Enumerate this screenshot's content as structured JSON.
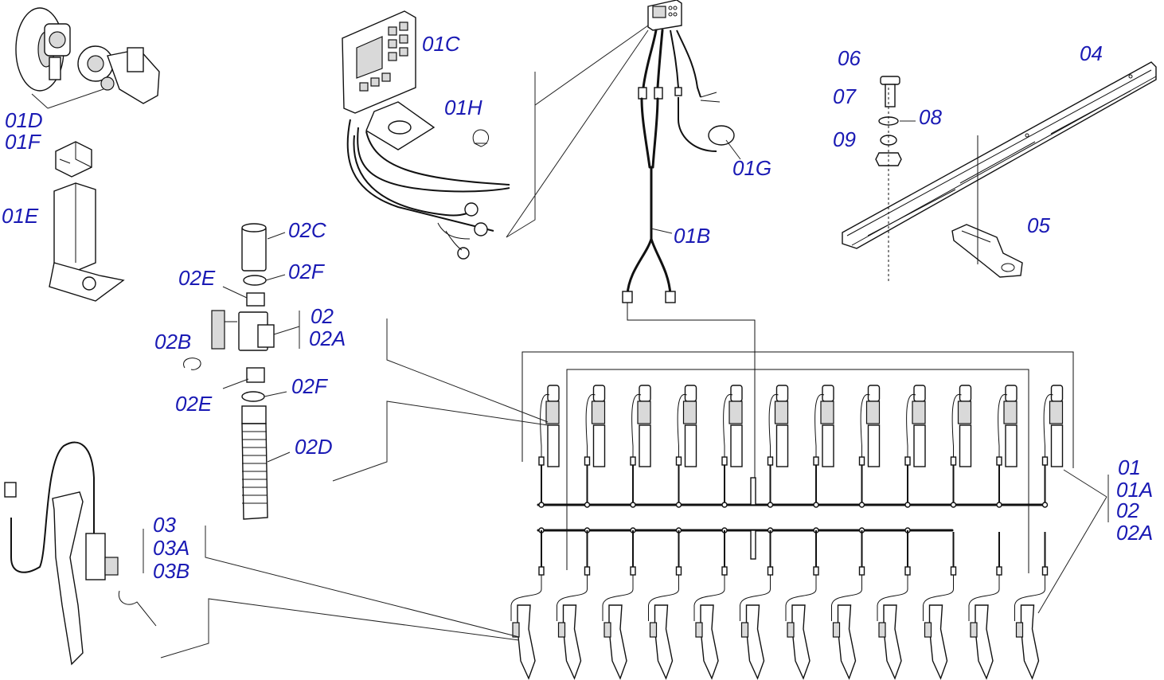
{
  "labels": {
    "l01D": "01D",
    "l01F": "01F",
    "l01E": "01E",
    "l01C": "01C",
    "l01H": "01H",
    "l01B": "01B",
    "l01G": "01G",
    "l06": "06",
    "l07": "07",
    "l08": "08",
    "l09": "09",
    "l04": "04",
    "l05": "05",
    "l02C": "02C",
    "l02E_top": "02E",
    "l02F_top": "02F",
    "l02": "02",
    "l02A": "02A",
    "l02B": "02B",
    "l02E_bot": "02E",
    "l02F_bot": "02F",
    "l02D": "02D",
    "l03": "03",
    "l03A": "03A",
    "l03B": "03B",
    "r01": "01",
    "r01A": "01A",
    "r02": "02",
    "r02A": "02A"
  },
  "colors": {
    "label": "#1a1ab4",
    "line": "#222222"
  },
  "sensor_unit_count": 12
}
